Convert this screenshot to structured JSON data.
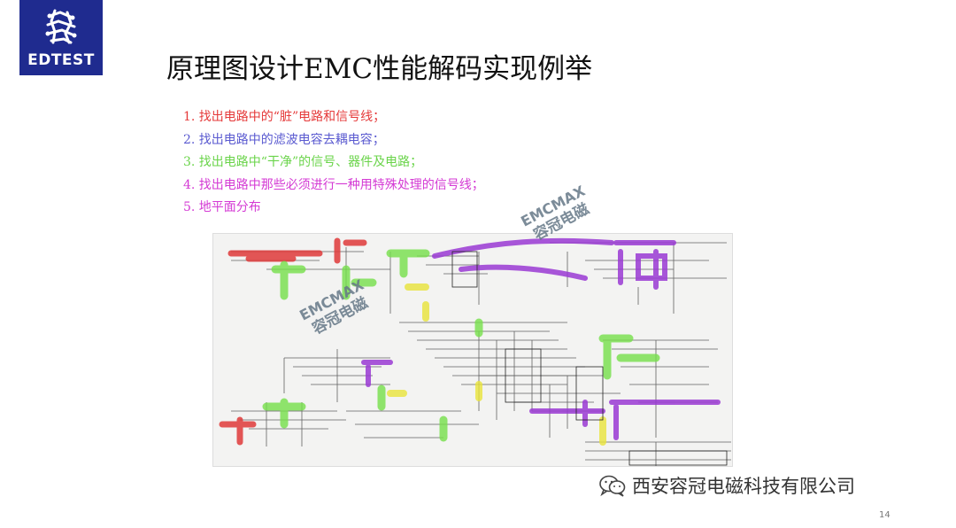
{
  "logo": {
    "text": "EDTEST",
    "bg_color": "#1f2b8f"
  },
  "title": "原理图设计EMC性能解码实现例举",
  "steps": [
    {
      "text": "1.  找出电路中的“脏”电路和信号线；",
      "color": "#e53a3a"
    },
    {
      "text": "2.  找出电路中的滤波电容去耦电容；",
      "color": "#5a5ad0"
    },
    {
      "text": "3.  找出电路中“干净”的信号、器件及电路；",
      "color": "#6ad44a"
    },
    {
      "text": "4.  找出电路中那些必须进行一种用特殊处理的信号线；",
      "color": "#d43ad4"
    },
    {
      "text": "5.  地平面分布",
      "color": "#d43ad4"
    }
  ],
  "watermark": {
    "en": "EMCMAX",
    "cn": "容冠电磁"
  },
  "company": {
    "name": "西安容冠电磁科技有限公司",
    "icon": "wechat-icon"
  },
  "page_number": "14"
}
